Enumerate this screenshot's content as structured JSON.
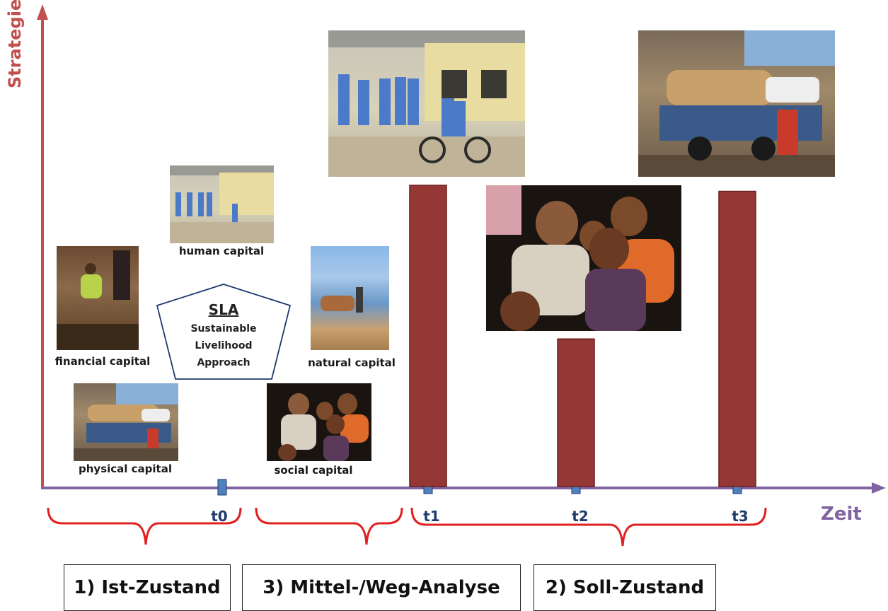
{
  "axes": {
    "y_label": "Strategie",
    "x_label": "Zeit",
    "axis_color_y": "#c0504d",
    "axis_color_x": "#8064a2"
  },
  "ticks": [
    "t0",
    "t1",
    "t2",
    "t3"
  ],
  "capitals": {
    "financial": "financial capital",
    "human": "human capital",
    "physical": "physical capital",
    "social": "social capital",
    "natural": "natural capital"
  },
  "sla": {
    "title": "SLA",
    "line1": "Sustainable",
    "line2": "Livelihood",
    "line3": "Approach"
  },
  "phases": {
    "ist": "1) Ist-Zustand",
    "mittel": "3) Mittel-/Weg-Analyse",
    "soll": "2) Soll-Zustand"
  },
  "chart_data": {
    "type": "bar",
    "categories": [
      "t1",
      "t2",
      "t3"
    ],
    "values": [
      100,
      49,
      98
    ],
    "bar_color": "#953735"
  }
}
